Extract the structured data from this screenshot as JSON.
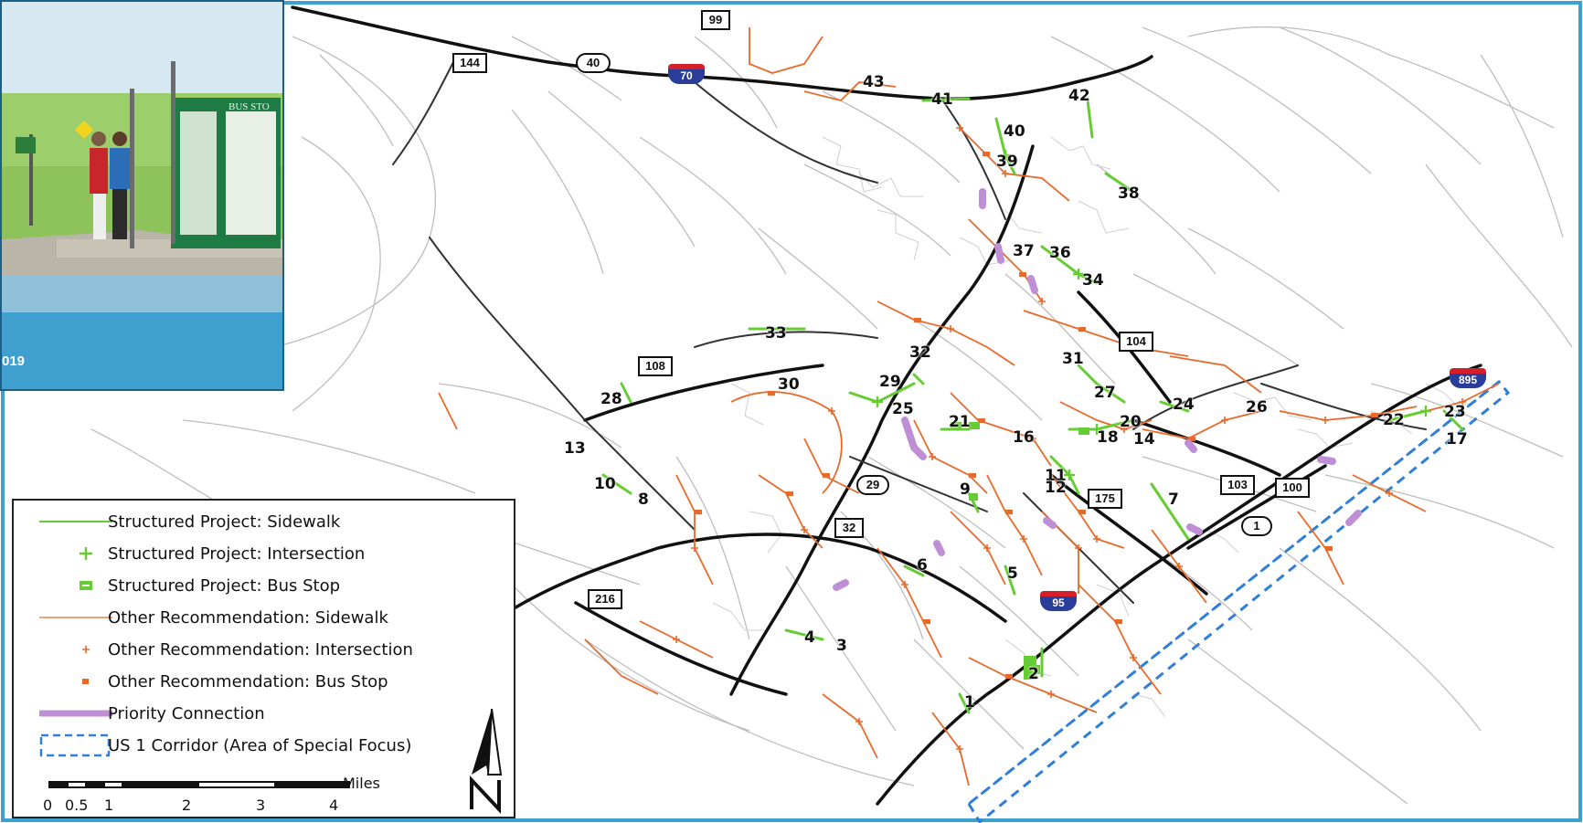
{
  "photo": {
    "sign_text": "BUS STO",
    "year_text": "019"
  },
  "legend": {
    "items": [
      {
        "key": "structured-sidewalk",
        "label": "Structured Project: Sidewalk",
        "color": "#66cc33",
        "symbol": "line"
      },
      {
        "key": "structured-intersection",
        "label": "Structured Project: Intersection",
        "color": "#66cc33",
        "symbol": "plus"
      },
      {
        "key": "structured-bus-stop",
        "label": "Structured Project: Bus Stop",
        "color": "#66cc33",
        "symbol": "box"
      },
      {
        "key": "other-sidewalk",
        "label": "Other Recommendation: Sidewalk",
        "color": "#e8692a",
        "symbol": "thin-line"
      },
      {
        "key": "other-intersection",
        "label": "Other Recommendation: Intersection",
        "color": "#e8692a",
        "symbol": "small-plus"
      },
      {
        "key": "other-bus-stop",
        "label": "Other Recommendation: Bus Stop",
        "color": "#e8692a",
        "symbol": "small-box"
      },
      {
        "key": "priority-connection",
        "label": "Priority Connection",
        "color": "#bf8fd6",
        "symbol": "thick-line"
      },
      {
        "key": "us1-corridor",
        "label": "US 1 Corridor (Area of Special Focus)",
        "color": "#2f7fd6",
        "symbol": "dashed-box"
      }
    ],
    "scale": {
      "units": "Miles",
      "ticks": [
        "0",
        "0.5",
        "1",
        "2",
        "3",
        "4"
      ]
    }
  },
  "routes": {
    "interstate": [
      {
        "key": "i70",
        "number": "70"
      },
      {
        "key": "i95",
        "number": "95"
      },
      {
        "key": "i895",
        "number": "895"
      }
    ],
    "us": [
      {
        "key": "us40",
        "number": "40"
      },
      {
        "key": "us29",
        "number": "29"
      },
      {
        "key": "us1",
        "number": "1"
      }
    ],
    "state": [
      {
        "key": "md99",
        "number": "99"
      },
      {
        "key": "md144",
        "number": "144"
      },
      {
        "key": "md108",
        "number": "108"
      },
      {
        "key": "md104",
        "number": "104"
      },
      {
        "key": "md32",
        "number": "32"
      },
      {
        "key": "md175",
        "number": "175"
      },
      {
        "key": "md103",
        "number": "103"
      },
      {
        "key": "md100",
        "number": "100"
      },
      {
        "key": "md216",
        "number": "216"
      }
    ]
  },
  "projects": [
    "1",
    "2",
    "3",
    "4",
    "5",
    "6",
    "7",
    "8",
    "9",
    "10",
    "11",
    "12",
    "13",
    "14",
    "16",
    "17",
    "18",
    "20",
    "21",
    "22",
    "23",
    "24",
    "25",
    "26",
    "27",
    "28",
    "29",
    "30",
    "31",
    "32",
    "33",
    "34",
    "36",
    "37",
    "38",
    "39",
    "40",
    "41",
    "42",
    "43"
  ],
  "colors": {
    "structured": "#66cc33",
    "other": "#e8692a",
    "priority": "#bf8fd6",
    "corridor": "#2f7fd6",
    "highway": "#111111",
    "local_road": "#bdbdbd",
    "frame": "#3f9fcf"
  }
}
